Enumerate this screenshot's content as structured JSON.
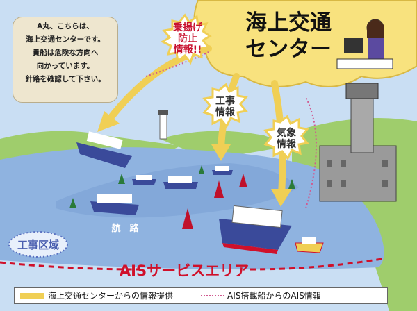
{
  "speech_bubble": {
    "text": "A丸、こちらは、\n海上交通センターです。\n貴船は危険な方向へ\n向かっています。\n針路を確認して下さい。"
  },
  "center": {
    "title": "海上交通\nセンター"
  },
  "bursts": {
    "grounding": "乗揚げ\n防止\n情報!!",
    "construction": "工事\n情報",
    "weather": "気象\n情報"
  },
  "labels": {
    "fairway": "航　路",
    "construction_zone": "工事区域",
    "ais_area": "AISサービスエリア"
  },
  "legend": {
    "center_info": "海上交通センターからの情報提供",
    "ais_info": "AIS搭載船からのAIS情報"
  },
  "colors": {
    "info_arrow": "#f0cf55",
    "ais_dotted": "#d05a90",
    "ais_area": "#d0102a",
    "burst_text_red": "#c8102e",
    "sea": "#8fb3e0",
    "land": "#9fcd6c"
  }
}
